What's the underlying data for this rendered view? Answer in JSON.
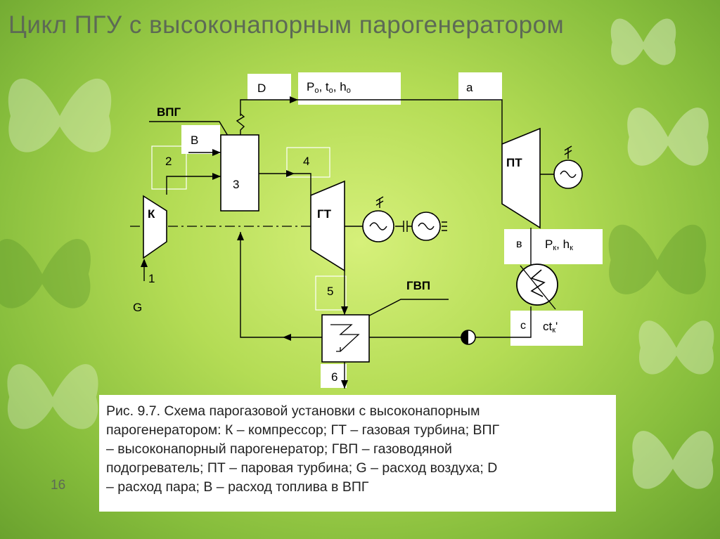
{
  "slide": {
    "title": "Цикл ПГУ с высоконапорным парогенератором",
    "page_number": "16",
    "caption_lines": [
      "Рис. 9.7. Схема парогазовой установки с высоконапорным",
      "парогенератором: К – компрессор; ГТ – газовая турбина;  ВПГ",
      "– высоконапорный парогенератор; ГВП – газоводяной",
      "подогреватель; ПТ – паровая турбина;  G – расход воздуха;  D",
      "– расход пара; B – расход топлива в ВПГ"
    ]
  },
  "diagram": {
    "labels": {
      "vpg": "ВПГ",
      "gvp": "ГВП",
      "compressor": "К",
      "gas_turbine": "ГТ",
      "steam_turbine": "ПТ",
      "steam_gen_number": "3",
      "air_flow": "G",
      "point_1": "1",
      "point_2": "2",
      "point_4": "4",
      "point_5": "5",
      "point_6": "6",
      "fuel": "B",
      "steam": "D",
      "point_a": "a",
      "point_b": "в",
      "point_c": "c",
      "steam_params": {
        "p": "P",
        "p_sub": "o",
        "t": "t",
        "t_sub": "o",
        "h": "h",
        "h_sub": "o"
      },
      "condenser_params": {
        "p": "P",
        "p_sub": "к",
        "h": "h",
        "h_sub": "к"
      },
      "condensate": {
        "base": "ct",
        "sub": "к",
        "prime": "'"
      }
    }
  },
  "colors": {
    "background_center": "#d6f07a",
    "background_edge": "#6aa22e",
    "title": "#5d6a55",
    "line": "#000000",
    "label_box": "#ffffff"
  }
}
